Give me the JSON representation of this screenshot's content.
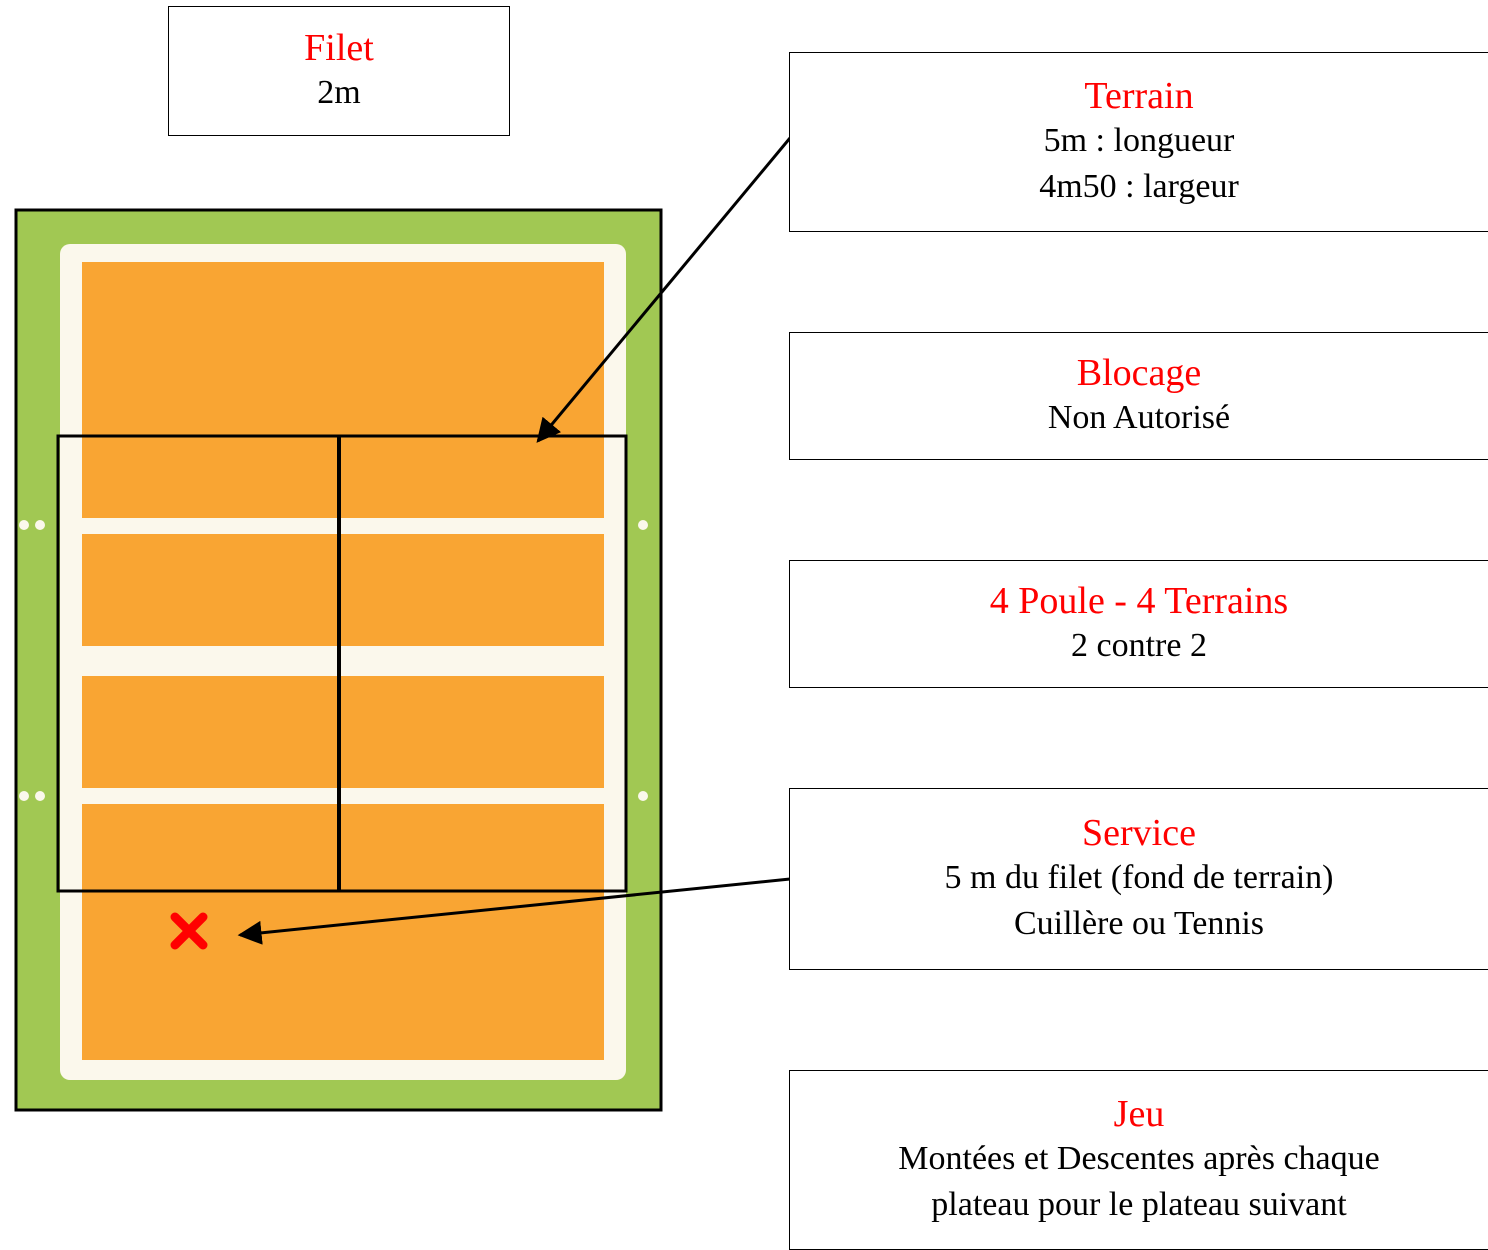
{
  "filet": {
    "title": "Filet",
    "lines": [
      "2m"
    ]
  },
  "terrain": {
    "title": "Terrain",
    "lines": [
      "5m : longueur",
      "4m50 : largeur"
    ]
  },
  "blocage": {
    "title": "Blocage",
    "lines": [
      "Non Autorisé"
    ]
  },
  "poule": {
    "title": "4 Poule - 4 Terrains",
    "lines": [
      "2 contre 2"
    ]
  },
  "service": {
    "title": "Service",
    "lines": [
      "5 m du filet (fond de terrain)",
      "Cuillère ou Tennis"
    ]
  },
  "jeu": {
    "title": "Jeu",
    "lines": [
      "Montées et Descentes après chaque",
      "plateau pour le plateau suivant"
    ]
  },
  "colors": {
    "grass": "#a1c853",
    "court": "#f9a533",
    "lines": "#fbf8ec",
    "title_red": "#ff0000",
    "service_mark": "#ff0000"
  },
  "icons": {
    "service_position": "x-mark-icon"
  }
}
